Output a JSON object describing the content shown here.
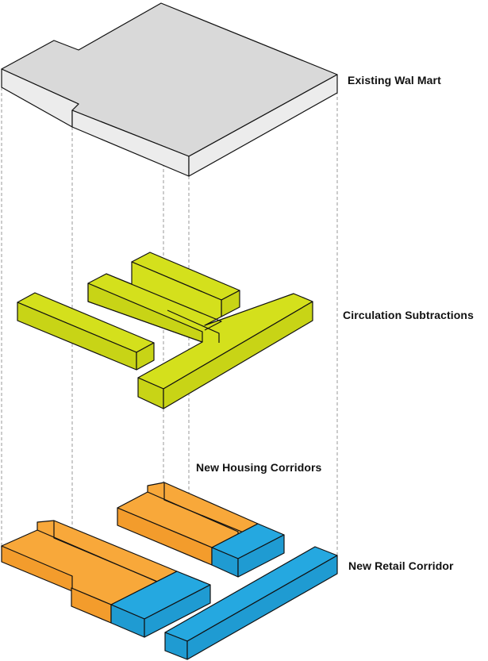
{
  "layers": {
    "existing_walmart": "Existing Wal Mart",
    "circulation_subtractions": "Circulation Subtractions",
    "new_housing_corridors": "New Housing Corridors",
    "new_retail_corridor": "New Retail Corridor"
  },
  "colors": {
    "walmart_top": "#d9d9d9",
    "walmart_side": "#ececec",
    "walmart_side_dark": "#e2e2e2",
    "circulation": "#d4e01c",
    "circulation_side": "#c8d416",
    "housing": "#f8a83a",
    "housing_side": "#f39c2c",
    "retail": "#25a8e0",
    "retail_side": "#1f9bd2"
  }
}
